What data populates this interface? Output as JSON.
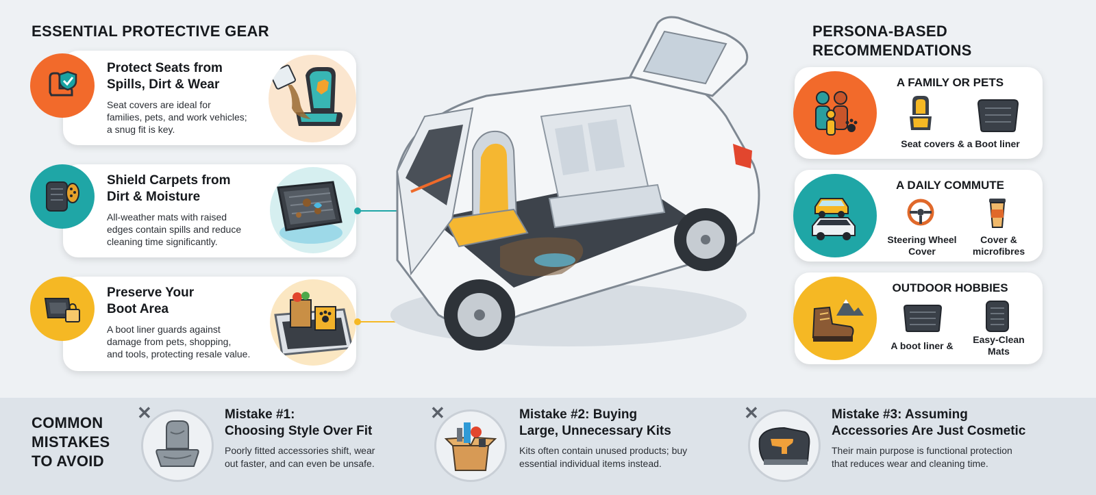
{
  "left": {
    "heading": "ESSENTIAL PROTECTIVE GEAR",
    "items": [
      {
        "title_line1": "Protect Seats from",
        "title_line2": "Spills, Dirt & Wear",
        "desc_line1": "Seat covers are ideal for",
        "desc_line2": "families, pets, and work vehicles;",
        "desc_line3": "a snug fit is key.",
        "icon": "car-seat-shield-icon",
        "color": "#f26a2b"
      },
      {
        "title_line1": "Shield Carpets from",
        "title_line2": "Dirt & Moisture",
        "desc_line1": "All-weather mats with raised",
        "desc_line2": "edges contain spills and reduce",
        "desc_line3": "cleaning time significantly.",
        "icon": "floor-mat-boot-icon",
        "color": "#1fa6a6"
      },
      {
        "title_line1": "Preserve Your",
        "title_line2": "Boot Area",
        "desc_line1": "A boot liner guards against",
        "desc_line2": "damage from pets, shopping,",
        "desc_line3": "and tools, protecting resale value.",
        "icon": "boot-liner-bag-icon",
        "color": "#f5b824"
      }
    ]
  },
  "right": {
    "heading_line1": "PERSONA-BASED",
    "heading_line2": "RECOMMENDATIONS",
    "personas": [
      {
        "title": "A FAMILY OR PETS",
        "caption": "Seat covers & a Boot liner",
        "icon": "family-pet-icon",
        "color": "#f26a2b"
      },
      {
        "title": "A DAILY COMMUTE",
        "caption_a_line1": "Steering Wheel",
        "caption_a_line2": "Cover",
        "caption_b_line1": "Cover &",
        "caption_b_line2": "microfibres",
        "icon": "cars-commute-icon",
        "color": "#1fa6a6"
      },
      {
        "title": "OUTDOOR HOBBIES",
        "caption_a": "A boot liner &",
        "caption_b_line1": "Easy-Clean",
        "caption_b_line2": "Mats",
        "icon": "hiking-boot-mountain-icon",
        "color": "#f5b824"
      }
    ]
  },
  "bottom": {
    "heading_line1": "COMMON",
    "heading_line2": "MISTAKES",
    "heading_line3": "TO AVOID",
    "x_symbol": "✕",
    "mistakes": [
      {
        "title_line1": "Mistake #1:",
        "title_line2": "Choosing Style Over Fit",
        "desc_line1": "Poorly fitted accessories shift, wear",
        "desc_line2": "out faster, and can even be unsafe."
      },
      {
        "title_line1": "Mistake #2: Buying",
        "title_line2": "Large, Unnecessary Kits",
        "desc_line1": "Kits often contain unused products; buy",
        "desc_line2": "essential individual items instead."
      },
      {
        "title_line1": "Mistake #3: Assuming",
        "title_line2": "Accessories Are Just Cosmetic",
        "desc_line1": "Their main purpose is functional protection",
        "desc_line2": "that reduces wear and cleaning time."
      }
    ]
  }
}
